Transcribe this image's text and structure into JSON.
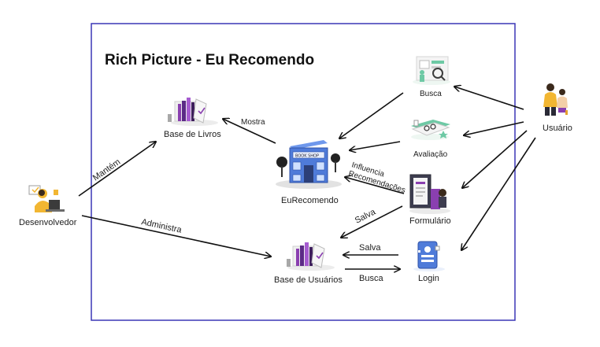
{
  "title": "Rich Picture - Eu Recomendo",
  "nodes": {
    "base_livros": "Base de Livros",
    "eurecomendo": "EuRecomendo",
    "base_usuarios": "Base de Usuários",
    "desenvolvedor": "Desenvolvedor",
    "busca": "Busca",
    "avaliacao": "Avaliação",
    "formulario": "Formulário",
    "login": "Login",
    "usuario": "Usuário"
  },
  "edges": {
    "mostra": "Mostra",
    "mantem": "Mantém",
    "administra": "Administra",
    "influencia": "Influencia",
    "recomendacoes": "Recomendações",
    "salva_form": "Salva",
    "salva_login": "Salva",
    "busca_login": "Busca"
  },
  "building_sign": "BOOK SHOP",
  "colors": {
    "frame": "#3a36b5",
    "accent_purple": "#8a3fb0",
    "accent_green": "#6ec9a5",
    "building_blue": "#4f7bd9",
    "skin_yellow": "#f2b632"
  }
}
